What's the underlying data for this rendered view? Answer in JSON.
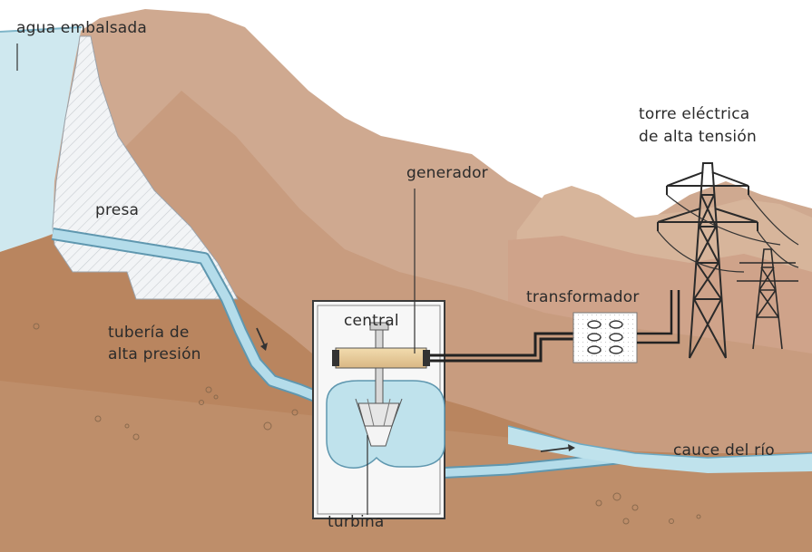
{
  "labels": {
    "agua_embalsada": "agua embalsada",
    "presa": "presa",
    "generador": "generador",
    "torre_line1": "torre eléctrica",
    "torre_line2": "de alta tensión",
    "transformador": "transformador",
    "central": "central",
    "tuberia_line1": "tubería de",
    "tuberia_line2": "alta presión",
    "cauce": "cauce del río",
    "turbina": "turbina"
  },
  "colors": {
    "sky": "#ffffff",
    "water": "#bfe2ec",
    "water_edge": "#6aa9c4",
    "mountain_back": "#c9a48c",
    "mountain_far": "#d8b79a",
    "ground": "#b88363",
    "ground_light": "#caa27e",
    "dam": "#eef1f4",
    "pipe": "#a9d7e6",
    "tower": "#2a2a2a",
    "cable": "#333333",
    "text": "#2b2b2b"
  }
}
